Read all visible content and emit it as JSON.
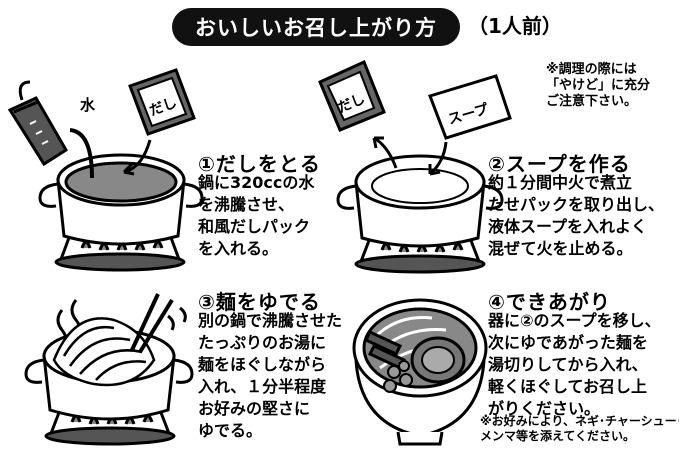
{
  "header": {
    "title": "おいしいお召し上がり方",
    "serving": "（1人前）"
  },
  "caution": {
    "lines": [
      "※調理の際には",
      "「やけど」に充分",
      "ご注意下さい。"
    ]
  },
  "labels": {
    "water": "水",
    "dashi_pack": "だし",
    "soup_pack": "スープ"
  },
  "steps": [
    {
      "heading": "①だしをとる",
      "lines": [
        "鍋に320ccの水",
        "を沸騰させ、",
        "和風だしパック",
        "を入れる。"
      ]
    },
    {
      "heading": "②スープを作る",
      "lines": [
        "約１分間中火で煮立",
        "たせパックを取り出し、",
        "液体スープを入れよく",
        "混ぜて火を止める。"
      ]
    },
    {
      "heading": "③麺をゆでる",
      "lines": [
        "別の鍋で沸騰させた",
        "たっぷりのお湯に",
        "麺をほぐしながら",
        "入れ、１分半程度",
        "お好みの堅さに",
        "ゆでる。"
      ]
    },
    {
      "heading": "④できあがり",
      "lines": [
        "器に②のスープを移し、",
        "次にゆであがった麺を",
        "湯切りしてから入れ、",
        "軽くほぐしてお召し上",
        "がりください。"
      ]
    }
  ],
  "note": {
    "lines": [
      "※お好みにより、ネギ･チャーシュー･",
      "メンマ等を添えてください。"
    ]
  }
}
